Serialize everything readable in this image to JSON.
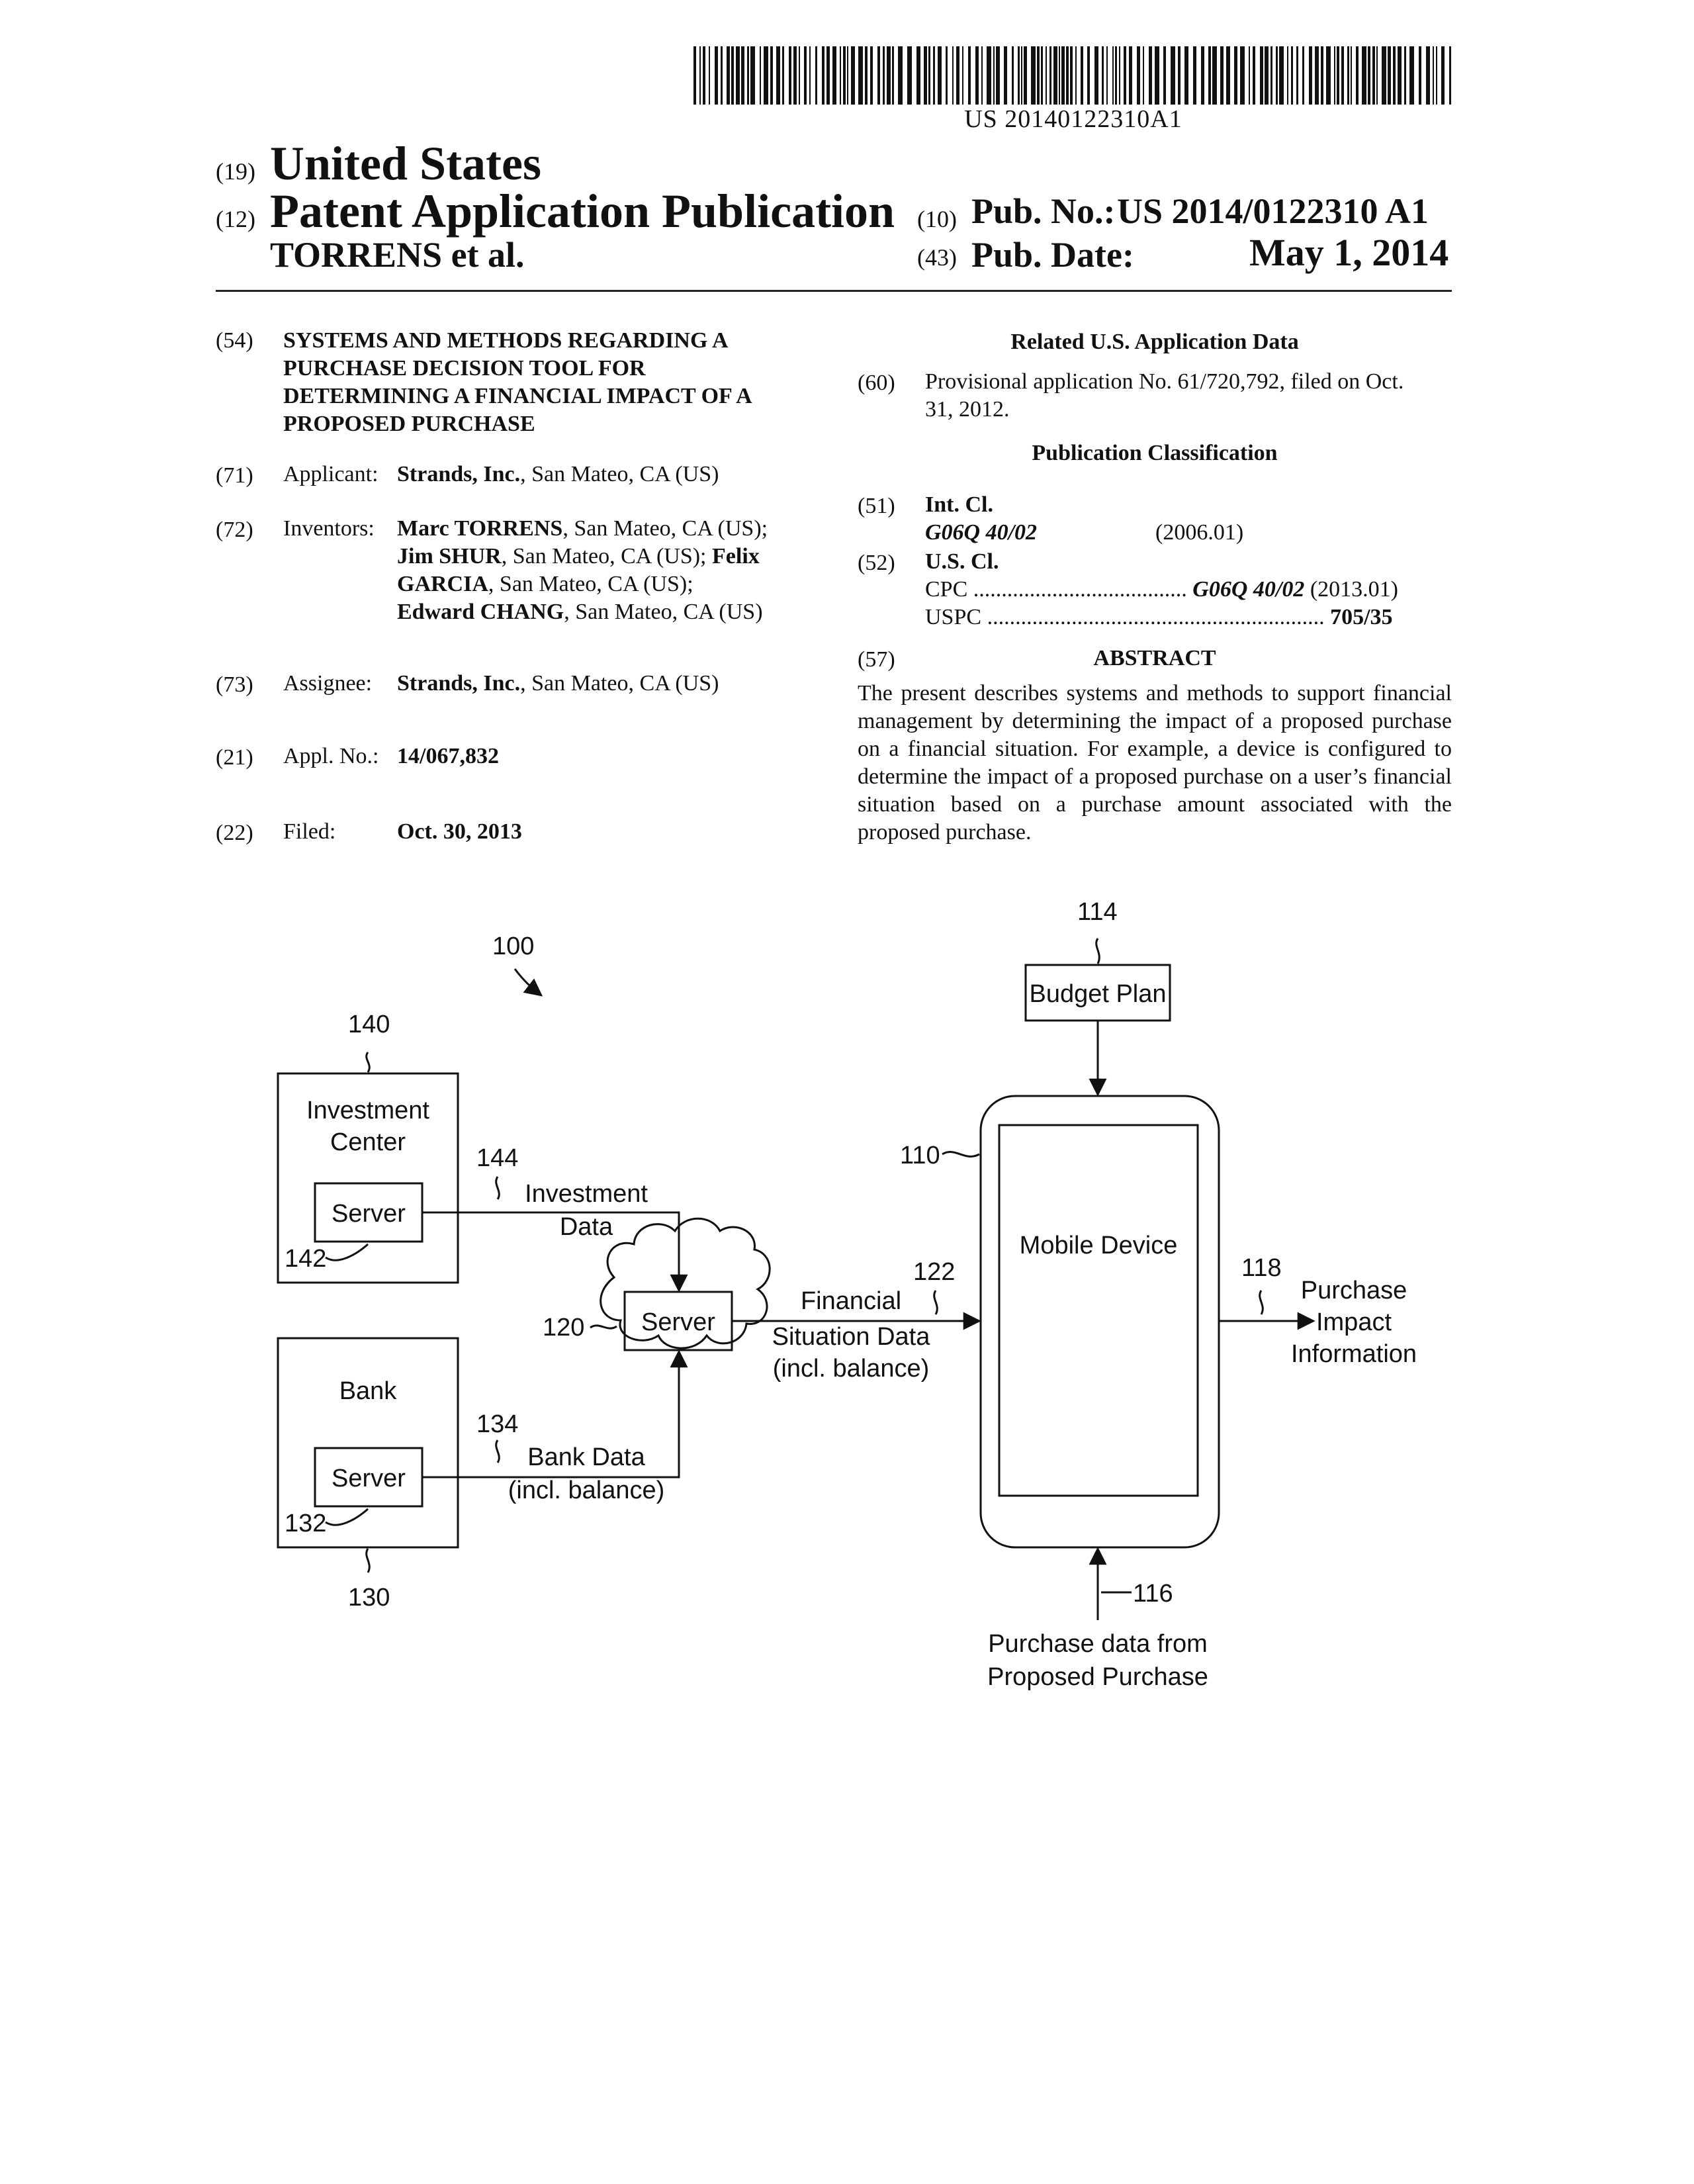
{
  "barcode": {
    "number": "US 20140122310A1"
  },
  "header": {
    "code19": "(19)",
    "country": "United States",
    "code12": "(12)",
    "pub_type": "Patent Application Publication",
    "inventors_short": "TORRENS et al.",
    "code10": "(10)",
    "pub_no_label": "Pub. No.:",
    "pub_no": "US 2014/0122310 A1",
    "code43": "(43)",
    "pub_date_label": "Pub. Date:",
    "pub_date": "May 1, 2014"
  },
  "left": {
    "c54": "(54)",
    "title_lines": [
      "SYSTEMS AND METHODS REGARDING A",
      "PURCHASE DECISION TOOL FOR",
      "DETERMINING A FINANCIAL IMPACT OF A",
      "PROPOSED PURCHASE"
    ],
    "c71": "(71)",
    "applicant_label": "Applicant:",
    "applicant_name": "Strands, Inc.",
    "applicant_loc": ", San Mateo, CA (US)",
    "c72": "(72)",
    "inventors_label": "Inventors:",
    "inv1_name": "Marc TORRENS",
    "inv1_loc": ", San Mateo, CA (US);",
    "inv2_name": "Jim SHUR",
    "inv2_loc": ", San Mateo, CA (US);",
    "inv3_name_a": "Felix",
    "inv3_name_b": "GARCIA",
    "inv3_loc": ", San Mateo, CA (US);",
    "inv4_name": "Edward CHANG",
    "inv4_loc": ", San Mateo, CA (US)",
    "c73": "(73)",
    "assignee_label": "Assignee:",
    "assignee_name": "Strands, Inc.",
    "assignee_loc": ", San Mateo, CA (US)",
    "c21": "(21)",
    "appl_label": "Appl. No.:",
    "appl_no": "14/067,832",
    "c22": "(22)",
    "filed_label": "Filed:",
    "filed_date": "Oct. 30, 2013"
  },
  "right": {
    "related_heading": "Related U.S. Application Data",
    "c60": "(60)",
    "provisional_line1": "Provisional application No. 61/720,792, filed on Oct.",
    "provisional_line2": "31, 2012.",
    "pubclass_heading": "Publication Classification",
    "c51": "(51)",
    "intcl_label": "Int. Cl.",
    "intcl_code": "G06Q 40/02",
    "intcl_year": "(2006.01)",
    "c52": "(52)",
    "uscl_label": "U.S. Cl.",
    "cpc_label": "CPC",
    "cpc_dots": "......................................",
    "cpc_code": "G06Q 40/02",
    "cpc_year": " (2013.01)",
    "uspc_label": "USPC",
    "uspc_dots": "............................................................",
    "uspc_code": "705/35",
    "c57": "(57)",
    "abstract_heading": "ABSTRACT",
    "abstract_text": "The present describes systems and methods to support financial management by determining the impact of a proposed purchase on a financial situation. For example, a device is configured to determine the impact of a proposed purchase on a user’s financial situation based on a purchase amount associated with the proposed purchase."
  },
  "diagram": {
    "ref_100": "100",
    "ref_140": "140",
    "investment_center_l1": "Investment",
    "investment_center_l2": "Center",
    "server_142": "Server",
    "ref_142": "142",
    "ref_144": "144",
    "investment_data_l1": "Investment",
    "investment_data_l2": "Data",
    "ref_120": "120",
    "server_120": "Server",
    "bank": "Bank",
    "server_132": "Server",
    "ref_132": "132",
    "ref_130": "130",
    "ref_134": "134",
    "bank_data_l1": "Bank Data",
    "bank_data_l2": "(incl. balance)",
    "ref_122": "122",
    "fin_l1": "Financial",
    "fin_l2": "Situation Data",
    "fin_l3": "(incl. balance)",
    "ref_114": "114",
    "budget_plan": "Budget Plan",
    "ref_110": "110",
    "mobile_device": "Mobile Device",
    "ref_118": "118",
    "pii_l1": "Purchase",
    "pii_l2": "Impact",
    "pii_l3": "Information",
    "ref_116": "116",
    "pd_l1": "Purchase data from",
    "pd_l2": "Proposed Purchase"
  }
}
